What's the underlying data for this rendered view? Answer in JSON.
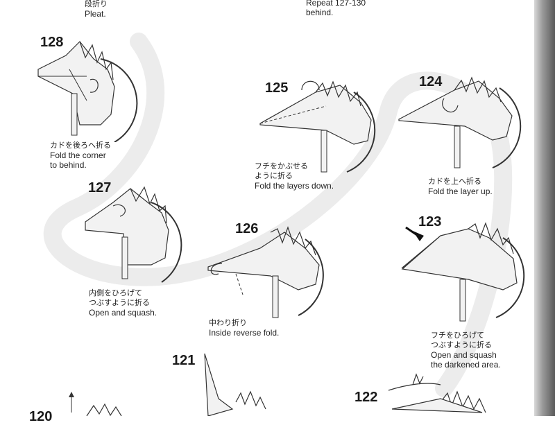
{
  "top_left": {
    "ja": "段折り",
    "en": "Pleat."
  },
  "top_right": {
    "line1": "Repeat 127-130",
    "line2": "behind."
  },
  "steps": {
    "s128": {
      "number": "128",
      "ja": "カドを後ろへ折る",
      "en1": "Fold the corner",
      "en2": "to behind."
    },
    "s125": {
      "number": "125",
      "ja1": "フチをかぶせる",
      "ja2": "ように折る",
      "en": "Fold the layers down."
    },
    "s124": {
      "number": "124",
      "ja": "カドを上へ折る",
      "en": "Fold the layer up."
    },
    "s127": {
      "number": "127",
      "ja1": "内側をひろげて",
      "ja2": "つぶすように折る",
      "en": "Open and squash."
    },
    "s126": {
      "number": "126",
      "ja": "中わり折り",
      "en": "Inside reverse fold."
    },
    "s123": {
      "number": "123",
      "ja1": "フチをひろげて",
      "ja2": "つぶすように折る",
      "en1": "Open and squash",
      "en2": "the darkened area."
    },
    "s121": {
      "number": "121"
    },
    "s122": {
      "number": "122"
    },
    "s120": {
      "number": "120"
    }
  },
  "colors": {
    "paper": "#f2f2f2",
    "line": "#333333",
    "shade": "#6a6a6a",
    "gutter": "#7a7a7a",
    "curve": "#e6e6e6"
  }
}
